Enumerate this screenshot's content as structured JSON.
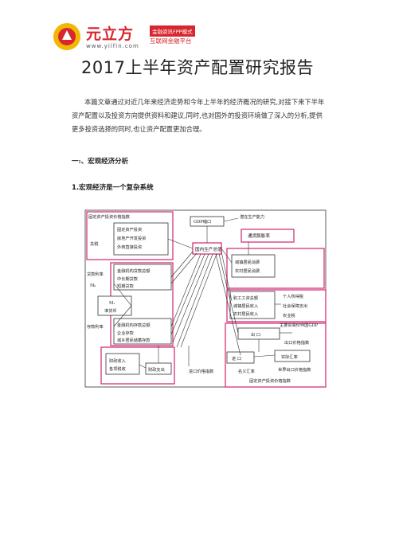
{
  "brand": {
    "name": "元立方",
    "url": "www.yilfin.com",
    "badge": "金融资讯FPP模式",
    "subtitle": "互联网金融平台",
    "colors": {
      "accent": "#d8262e",
      "highlight": "#d6337a"
    }
  },
  "title": "2017上半年资产配置研究报告",
  "intro": "本篇文章通过对近几年来经济走势和今年上半年的经济概况的研究,对接下来下半年资产配置以及投资方向提供资料和建议,同时,也对国外的投资环境做了深入的分析,提供更多投资选择的同时,也让资产配置更加合理。",
  "section": "一:、宏观经济分析",
  "subsection": "1.宏观经济是一个复杂系统",
  "diagram": {
    "fixed_price": "固定资产投资价格指数",
    "gdp_deflator": "GDP缩口",
    "potential": "潜在生产能力",
    "inflation": "通货膨胀率",
    "invest_1": "固定资产投资",
    "invest_2": "房地产开发投资",
    "invest_3": "外商直接投资",
    "gdp_total": "国内生产总值",
    "exchange": "关税",
    "loans_1": "金融机构贷款总额",
    "loans_2": "中长期贷款",
    "loans_3": "短期贷款",
    "loan_rate": "贷款利率",
    "m0": "M₀",
    "m1": "M₁",
    "m1_sub": "准货币",
    "deposit_rate": "存款利率",
    "cons_1": "城镇居民消费",
    "cons_2": "农村居民消费",
    "inc_1": "职工工资总额",
    "inc_2": "城镇居民收入",
    "inc_3": "农村居民收入",
    "side_1": "个人所得税",
    "side_2": "社会保障支出",
    "side_3": "农业税",
    "dep_1": "金融机构存款总额",
    "dep_2": "企业存款",
    "dep_3": "城乡居民储蓄存款",
    "export": "出  口",
    "world_gdp": "主要贸易伙伴国GDP",
    "export_price": "出口价格指数",
    "import": "进  口",
    "real_rate": "实际汇率",
    "fiscal_1": "财政收入",
    "fiscal_2": "各项税收",
    "fiscal_exp": "财政支出",
    "import_price": "进口价格指数",
    "nominal_rate": "名义汇率",
    "world_price": "世界出口价格指数",
    "fixed_price_bottom": "固定资产投资价格指数"
  }
}
